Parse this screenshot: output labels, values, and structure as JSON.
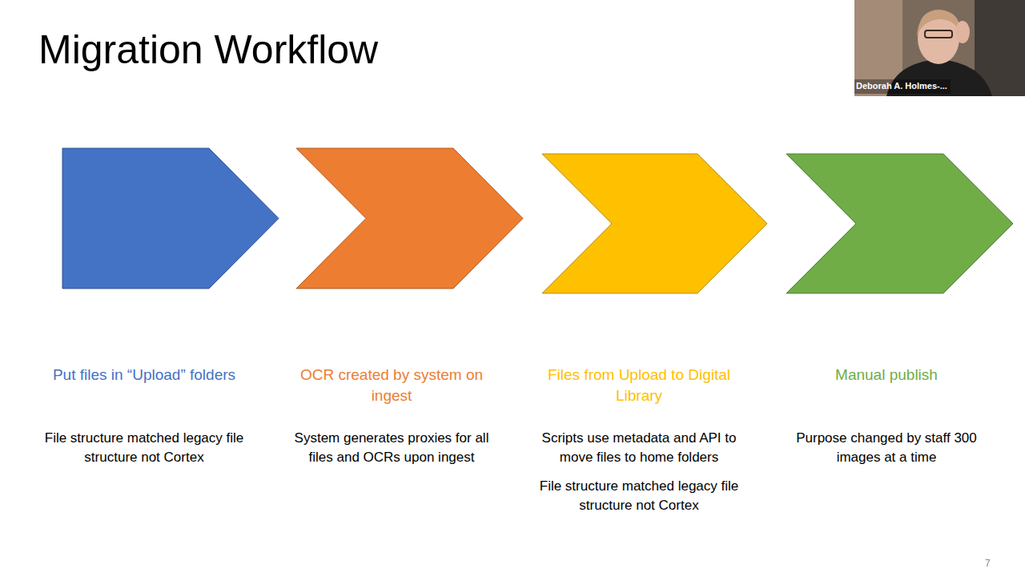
{
  "diagram": {
    "title": "Migration Workflow",
    "nodes": [
      {
        "text": [
          "Put files in “Upload” folders",
          "File structure matched legacy file structure not Cortex"
        ]
      },
      {
        "text": [
          "OCR created by system on ingest",
          "System generates proxies for all files and OCRs upon ingest"
        ]
      },
      {
        "text": [
          "Files from Upload to Digital Library",
          "Scripts use metadata and API to move files to home folders",
          "File structure matched legacy file structure not Cortex"
        ]
      },
      {
        "text": [
          "Manual publish",
          "Purpose changed by staff 300 images at a time"
        ]
      }
    ],
    "labels": [
      "Deborah A. Holmes-...",
      "7"
    ]
  }
}
